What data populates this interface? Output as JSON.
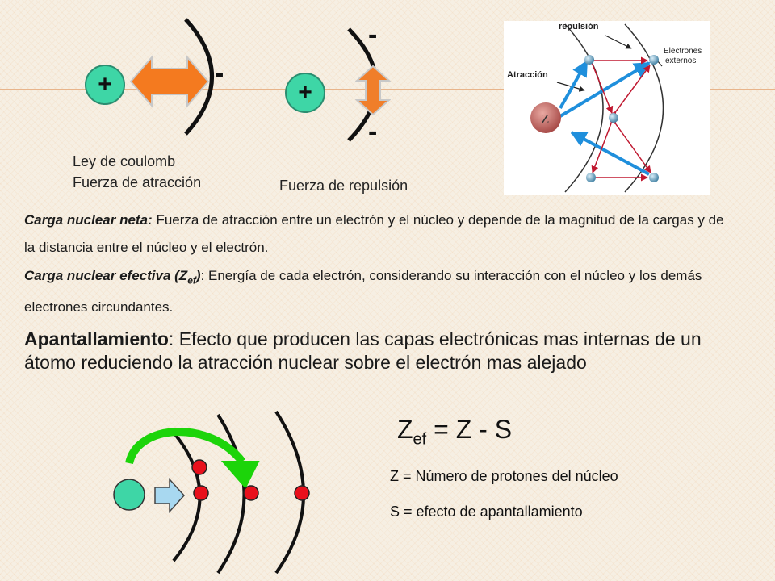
{
  "coulomb": {
    "plus_sign": "+",
    "minus_sign": "-",
    "attraction_caption_1": "Ley de coulomb",
    "attraction_caption_2": "Fuerza de atracción",
    "repulsion_caption": "Fuerza de repulsión"
  },
  "figure": {
    "label_repulsion": "repulsión",
    "label_attraction": "Atracción",
    "label_external_1": "Electrones",
    "label_external_2": "externos",
    "nucleus_label": "Z"
  },
  "definitions": {
    "net_term": "Carga nuclear neta:",
    "net_text": " Fuerza de atracción entre un electrón y el núcleo y depende de la magnitud de la cargas y de la distancia entre el núcleo y el electrón.",
    "eff_term_main": "Carga nuclear efectiva (Z",
    "eff_term_sub": "ef",
    "eff_term_end": ")",
    "eff_text": ": Energía de cada electrón, considerando su interacción con el núcleo y los demás electrones circundantes.",
    "shield_term": "Apantallamiento",
    "shield_text": ": Efecto que producen las capas electrónicas mas internas de un átomo reduciendo la atracción nuclear sobre el electrón mas alejado"
  },
  "formula": {
    "z_main": "Z",
    "z_sub": "ef",
    "rest": " = Z - S",
    "z_def": "Z = Número de protones del núcleo",
    "s_def": "S = efecto de apantallamiento"
  },
  "colors": {
    "charge_fill": "#3ed6a6",
    "attraction_arrow": "#f47a1f",
    "repulsion_arrow": "#f07e2a",
    "shield_arrow": "#1cd40a",
    "electron_red": "#e8101c",
    "blue_arrow": "#1f8fdc",
    "red_arrow": "#c01830"
  }
}
